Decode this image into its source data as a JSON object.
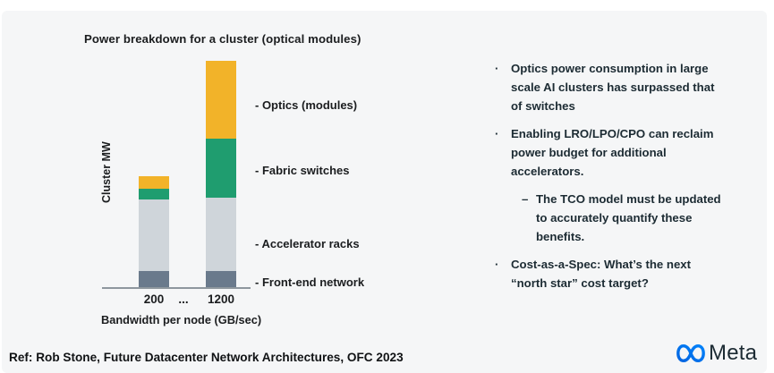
{
  "chart_data": {
    "type": "bar",
    "stacked": true,
    "title": "Power breakdown for a cluster (optical modules)",
    "ylabel": "Cluster MW",
    "xlabel": "Bandwidth per node (GB/sec)",
    "categories": [
      "200",
      "1200"
    ],
    "x_gap_label": "...",
    "y_axis_ticks": [],
    "ylim": [
      0,
      260
    ],
    "units": "relative cluster MW (y-axis unlabeled)",
    "series": [
      {
        "name": "Front-end network",
        "color": "#6a7a8c",
        "values": [
          18,
          18
        ]
      },
      {
        "name": "Accelerator racks",
        "color": "#cfd5da",
        "values": [
          80,
          82
        ]
      },
      {
        "name": "Fabric switches",
        "color": "#1f9d6f",
        "values": [
          12,
          66
        ]
      },
      {
        "name": "Optics (modules)",
        "color": "#f2b329",
        "values": [
          14,
          87
        ]
      }
    ],
    "legend_position": "right-of-bars",
    "legend": [
      {
        "label": "- Optics (modules)"
      },
      {
        "label": "- Fabric switches"
      },
      {
        "label": "- Accelerator racks"
      },
      {
        "label": "- Front-end network"
      }
    ],
    "grid": false
  },
  "bullets": {
    "marker_level1": "·",
    "marker_level2": "–",
    "items": [
      {
        "level": 1,
        "text": "Optics power consumption in large scale AI clusters has surpassed that of switches"
      },
      {
        "level": 1,
        "text": "Enabling LRO/LPO/CPO can reclaim power budget for additional accelerators."
      },
      {
        "level": 2,
        "text": "The TCO model must be updated to accurately quantify these benefits."
      },
      {
        "level": 1,
        "text": "Cost-as-a-Spec: What’s the next “north star” cost target?"
      }
    ]
  },
  "footer": {
    "reference": "Ref: Rob Stone, Future Datacenter Network Architectures, OFC 2023",
    "brand": "Meta"
  },
  "colors": {
    "slide_background": "#f5f6f7",
    "page_background": "#ffffff",
    "text_primary": "#1b1d1f",
    "bullet_text": "#1c2b33",
    "axis_line": "#8e979e",
    "meta_blue_start": "#0064e0",
    "meta_blue_end": "#0082fb"
  }
}
